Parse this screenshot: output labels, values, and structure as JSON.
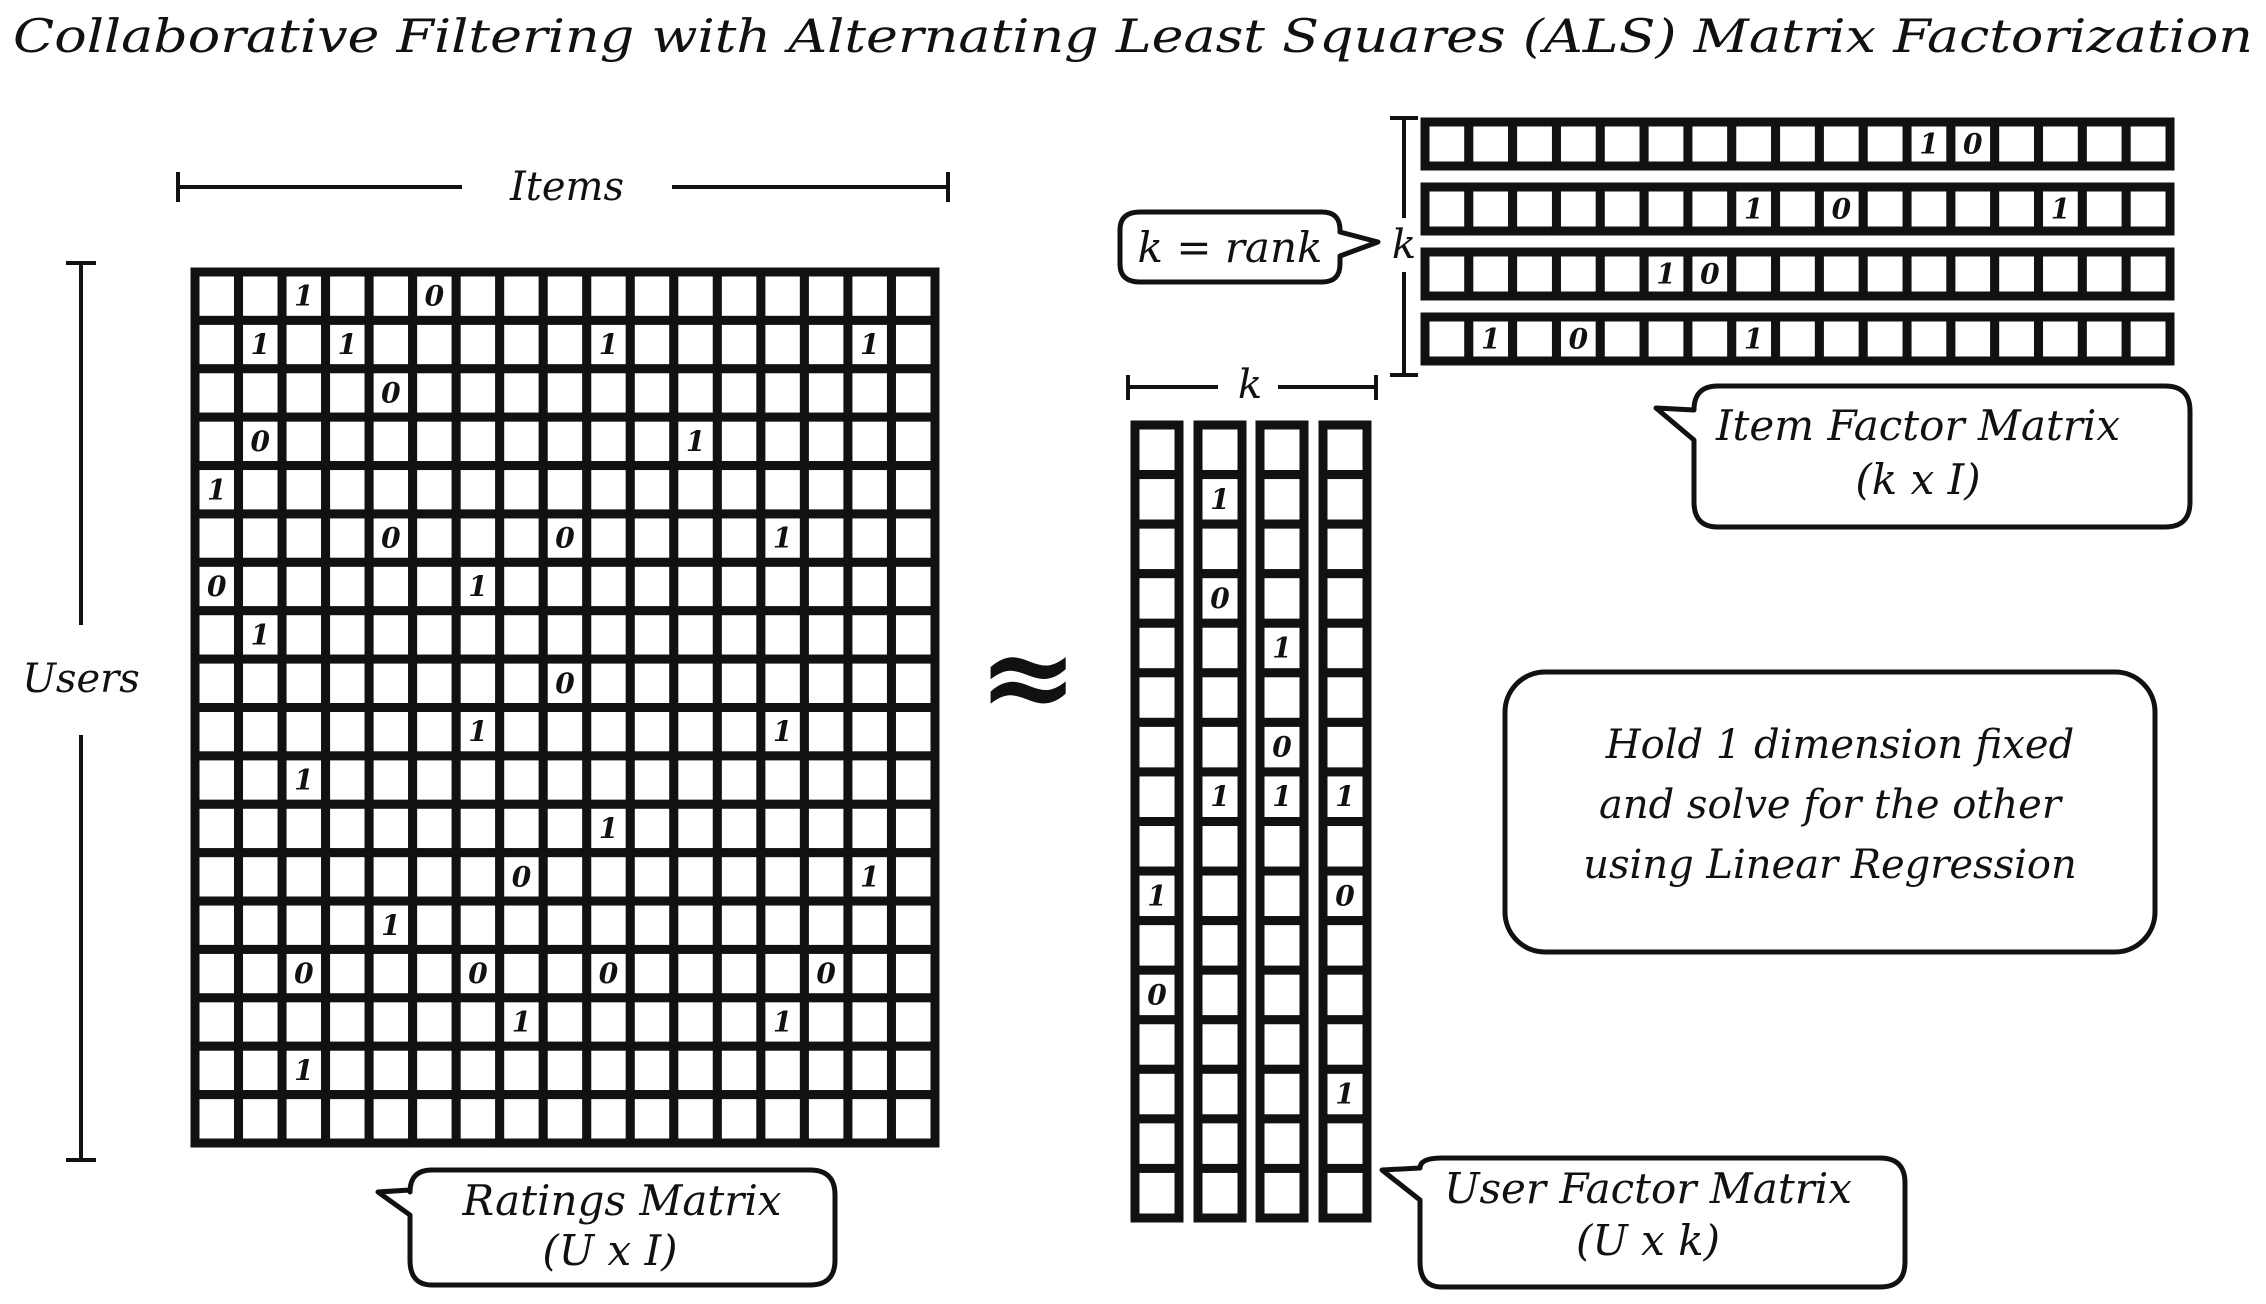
{
  "title": "Collaborative Filtering with Alternating Least Squares (ALS) Matrix Factorization",
  "ratings_matrix": {
    "rows": 18,
    "cols": 17,
    "row_axis_label": "Users",
    "col_axis_label": "Items",
    "bubble_line1": "Ratings Matrix",
    "bubble_line2": "(U x I)",
    "entries": [
      {
        "r": 0,
        "c": 2,
        "v": "1"
      },
      {
        "r": 0,
        "c": 5,
        "v": "0"
      },
      {
        "r": 1,
        "c": 1,
        "v": "1"
      },
      {
        "r": 1,
        "c": 3,
        "v": "1"
      },
      {
        "r": 1,
        "c": 9,
        "v": "1"
      },
      {
        "r": 1,
        "c": 15,
        "v": "1"
      },
      {
        "r": 2,
        "c": 4,
        "v": "0"
      },
      {
        "r": 3,
        "c": 1,
        "v": "0"
      },
      {
        "r": 3,
        "c": 11,
        "v": "1"
      },
      {
        "r": 4,
        "c": 0,
        "v": "1"
      },
      {
        "r": 5,
        "c": 4,
        "v": "0"
      },
      {
        "r": 5,
        "c": 8,
        "v": "0"
      },
      {
        "r": 5,
        "c": 13,
        "v": "1"
      },
      {
        "r": 6,
        "c": 0,
        "v": "0"
      },
      {
        "r": 6,
        "c": 6,
        "v": "1"
      },
      {
        "r": 7,
        "c": 1,
        "v": "1"
      },
      {
        "r": 8,
        "c": 8,
        "v": "0"
      },
      {
        "r": 9,
        "c": 6,
        "v": "1"
      },
      {
        "r": 9,
        "c": 13,
        "v": "1"
      },
      {
        "r": 10,
        "c": 2,
        "v": "1"
      },
      {
        "r": 11,
        "c": 9,
        "v": "1"
      },
      {
        "r": 12,
        "c": 7,
        "v": "0"
      },
      {
        "r": 12,
        "c": 15,
        "v": "1"
      },
      {
        "r": 13,
        "c": 4,
        "v": "1"
      },
      {
        "r": 14,
        "c": 2,
        "v": "0"
      },
      {
        "r": 14,
        "c": 6,
        "v": "0"
      },
      {
        "r": 14,
        "c": 9,
        "v": "0"
      },
      {
        "r": 14,
        "c": 14,
        "v": "0"
      },
      {
        "r": 15,
        "c": 7,
        "v": "1"
      },
      {
        "r": 15,
        "c": 13,
        "v": "1"
      },
      {
        "r": 16,
        "c": 2,
        "v": "1"
      }
    ]
  },
  "approx_symbol": "≈",
  "user_factor_matrix": {
    "columns": 4,
    "cells_per_column": 16,
    "dimension_label": "k",
    "bubble_line1": "User Factor Matrix",
    "bubble_line2": "(U x k)",
    "entries": [
      {
        "col": 0,
        "i": 9,
        "v": "1"
      },
      {
        "col": 0,
        "i": 11,
        "v": "0"
      },
      {
        "col": 1,
        "i": 1,
        "v": "1"
      },
      {
        "col": 1,
        "i": 3,
        "v": "0"
      },
      {
        "col": 1,
        "i": 7,
        "v": "1"
      },
      {
        "col": 2,
        "i": 4,
        "v": "1"
      },
      {
        "col": 2,
        "i": 6,
        "v": "0"
      },
      {
        "col": 2,
        "i": 7,
        "v": "1"
      },
      {
        "col": 3,
        "i": 7,
        "v": "1"
      },
      {
        "col": 3,
        "i": 9,
        "v": "0"
      },
      {
        "col": 3,
        "i": 13,
        "v": "1"
      }
    ]
  },
  "item_factor_matrix": {
    "rows": 4,
    "cells_per_row": 17,
    "dimension_label": "k",
    "rank_label": "k = rank",
    "bubble_line1": "Item Factor Matrix",
    "bubble_line2": "(k x I)",
    "entries": [
      {
        "row": 0,
        "i": 11,
        "v": "1"
      },
      {
        "row": 0,
        "i": 12,
        "v": "0"
      },
      {
        "row": 1,
        "i": 7,
        "v": "1"
      },
      {
        "row": 1,
        "i": 9,
        "v": "0"
      },
      {
        "row": 1,
        "i": 14,
        "v": "1"
      },
      {
        "row": 2,
        "i": 5,
        "v": "1"
      },
      {
        "row": 2,
        "i": 6,
        "v": "0"
      },
      {
        "row": 3,
        "i": 1,
        "v": "1"
      },
      {
        "row": 3,
        "i": 3,
        "v": "0"
      },
      {
        "row": 3,
        "i": 7,
        "v": "1"
      }
    ]
  },
  "note": {
    "line1": "Hold 1 dimension fixed",
    "line2": "and solve for the other",
    "line3": "using Linear Regression"
  }
}
